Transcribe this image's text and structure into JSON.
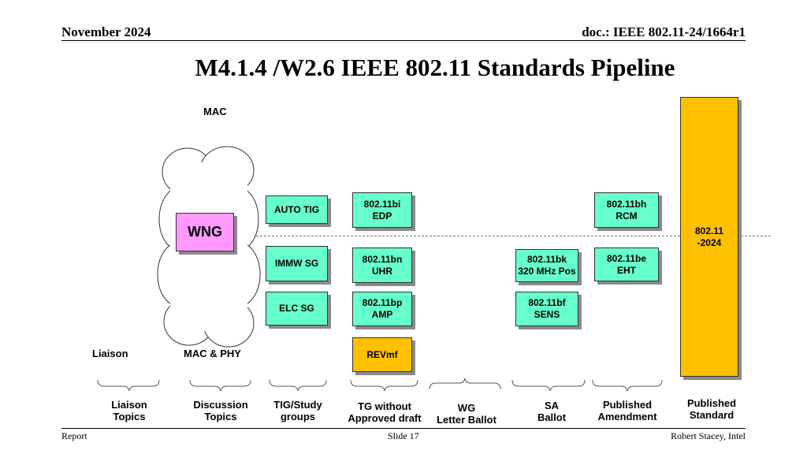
{
  "header": {
    "date": "November 2024",
    "doc": "doc.: IEEE 802.11-24/1664r1"
  },
  "title": "M4.1.4 /W2.6 IEEE 802.11 Standards Pipeline",
  "labels": {
    "mac": "MAC",
    "mac_phy": "MAC & PHY",
    "liaison": "Liaison"
  },
  "boxes": {
    "wng": "WNG",
    "auto_tig": "AUTO TIG",
    "immw_sg": "IMMW SG",
    "elc_sg": "ELC SG",
    "bi": "802.11bi\nEDP",
    "bn": "802.11bn\nUHR",
    "bp": "802.11bp\nAMP",
    "revmf": "REVmf",
    "bk": "802.11bk\n320 MHz Pos",
    "bf": "802.11bf\nSENS",
    "bh": "802.11bh\nRCM",
    "be": "802.11be\nEHT",
    "std": "802.11\n-2024"
  },
  "stages": [
    "Liaison\nTopics",
    "Discussion\nTopics",
    "TIG/Study\ngroups",
    "TG without\nApproved draft",
    "WG\nLetter Ballot",
    "SA\nBallot",
    "Published\nAmendment",
    "Published\nStandard"
  ],
  "footer": {
    "left": "Report",
    "center": "Slide 17",
    "right": "Robert Stacey, Intel"
  },
  "colors": {
    "green_box": "#66ffcc",
    "orange_box": "#ffc000",
    "pink_box": "#ff99ff"
  }
}
